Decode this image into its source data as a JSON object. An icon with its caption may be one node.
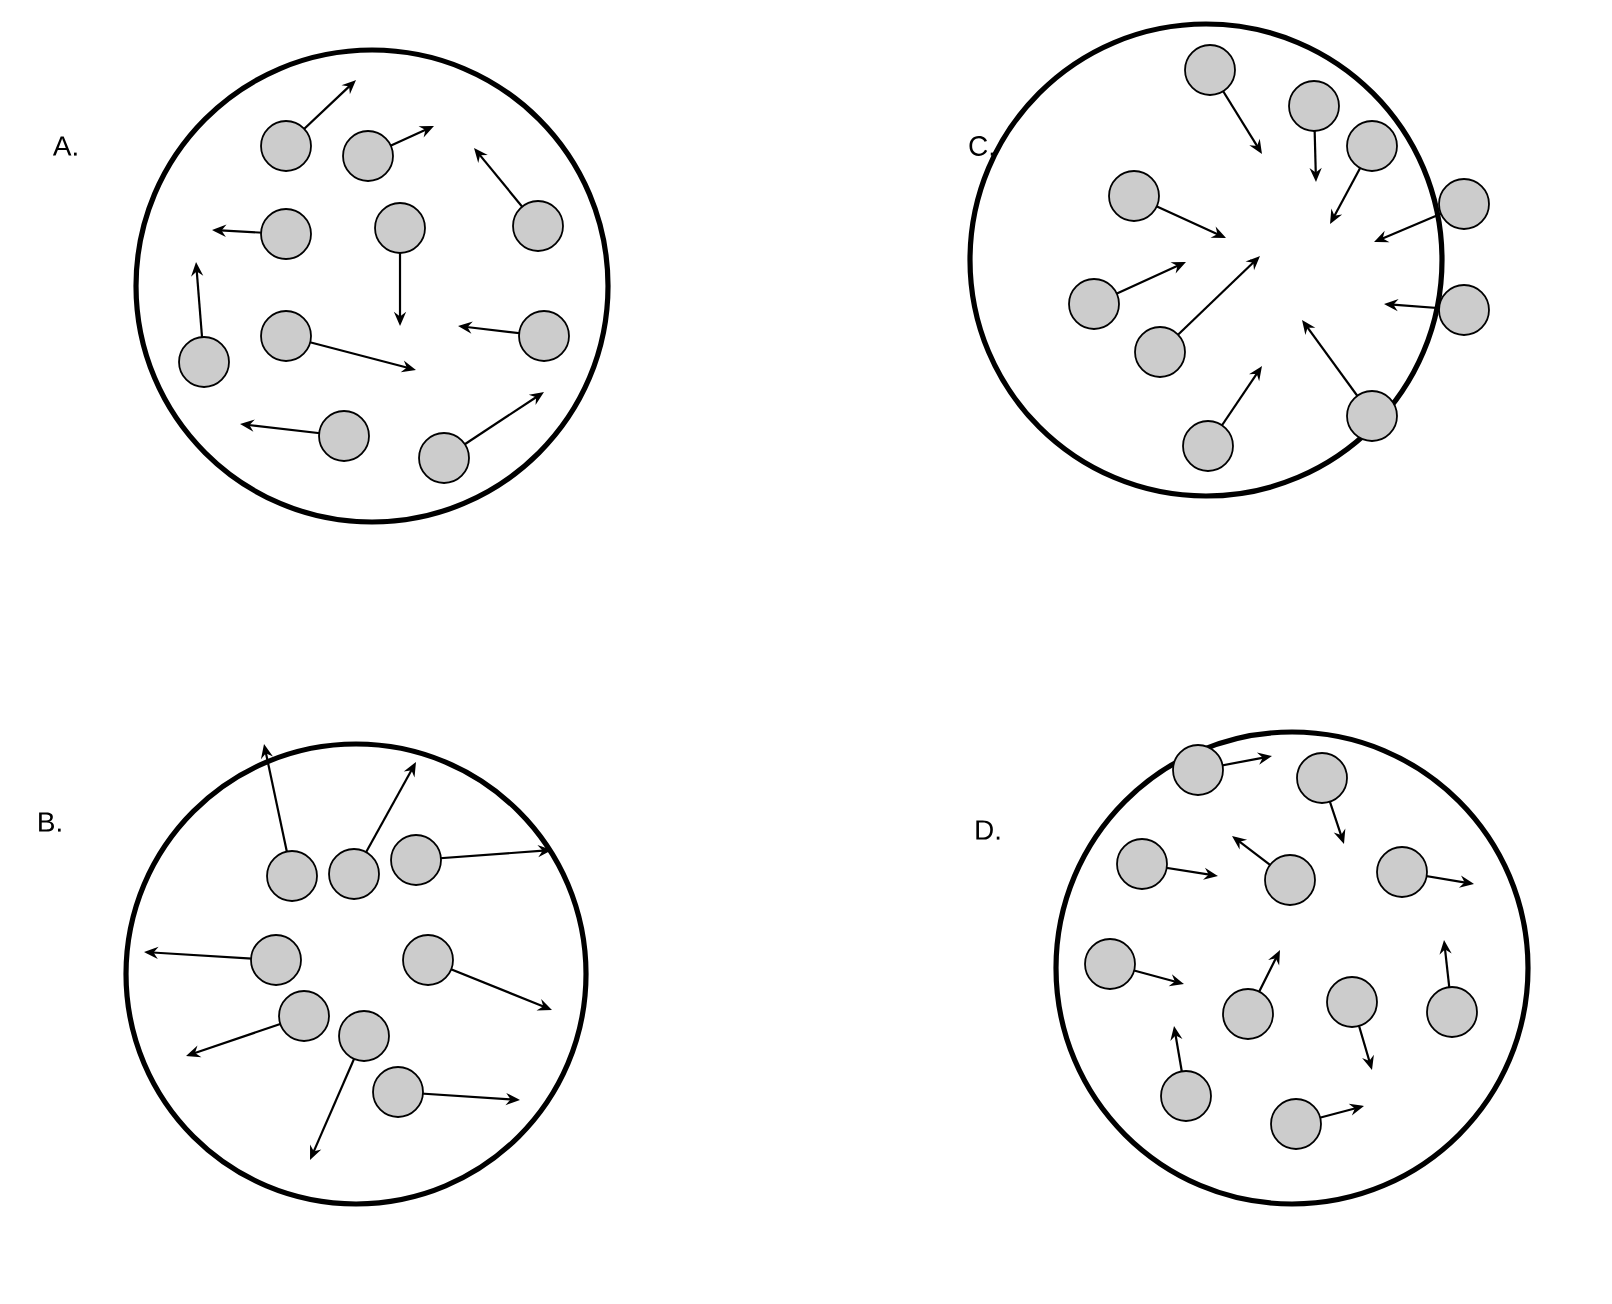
{
  "diagram": {
    "labels": [
      "A.",
      "C.",
      "B.",
      "D."
    ]
  }
}
